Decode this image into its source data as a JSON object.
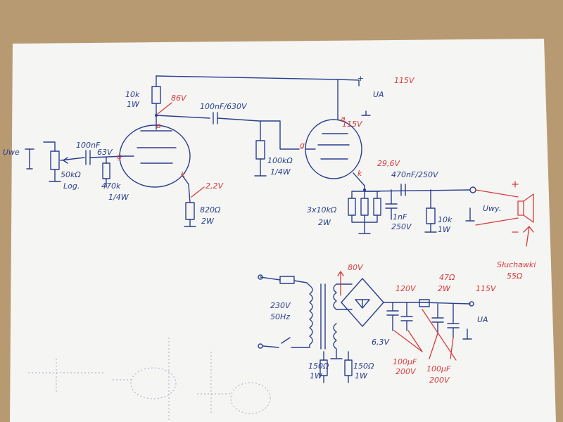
{
  "labels": {
    "r_plate1": "10k",
    "r_plate1_w": "1W",
    "v_plate1": "86V",
    "c_coupling": "100nF/630V",
    "v_plate_top": "115V",
    "supply_terminal": "+",
    "supply_va": "UA",
    "v_plate2": "115V",
    "v_in_label": "Uwe",
    "c_input": "100nF",
    "c_input_v": "63V",
    "pot": "50kΩ",
    "pot_type": "Log.",
    "r_grid1": "470k",
    "r_grid1_w": "1/4W",
    "v_cathode1": "2,2V",
    "r_cathode1": "820Ω",
    "r_cathode1_w": "2W",
    "r_grid2": "100kΩ",
    "r_grid2_w": "1/4W",
    "pin_a1": "a",
    "pin_g1": "g",
    "pin_k1": "k",
    "pin_a2": "a",
    "pin_g2": "g",
    "pin_k2": "k",
    "v_cathode2": "29,6V",
    "c_output": "470nF/250V",
    "r_cathode2": "3x10kΩ",
    "r_cathode2_w": "2W",
    "c_bypass": "1nF",
    "c_bypass_v": "250V",
    "r_load": "10k",
    "r_load_w": "1W",
    "v_out_label": "Uwy.",
    "headphones_line1": "Słuchawki",
    "headphones_line2": "55Ω",
    "mains_v": "230V",
    "mains_hz": "50Hz",
    "v_transformer_sec": "80V",
    "v_rectified": "120V",
    "r_filter": "47Ω",
    "r_filter_w": "2W",
    "v_supply_out": "115V",
    "supply_out_va": "UA",
    "heater_v": "6,3V",
    "r_heater1": "150Ω",
    "r_heater1_w": "1W",
    "r_heater2": "150Ω",
    "r_heater2_w": "1W",
    "c_filter1": "100μF",
    "c_filter1_v": "200V",
    "c_filter2": "100μF",
    "c_filter2_v": "200V"
  },
  "colors": {
    "ink_blue": "#2a3f8f",
    "ink_red": "#d93a3a",
    "paper": "#f6f6f4",
    "cardboard": "#b89a72"
  }
}
